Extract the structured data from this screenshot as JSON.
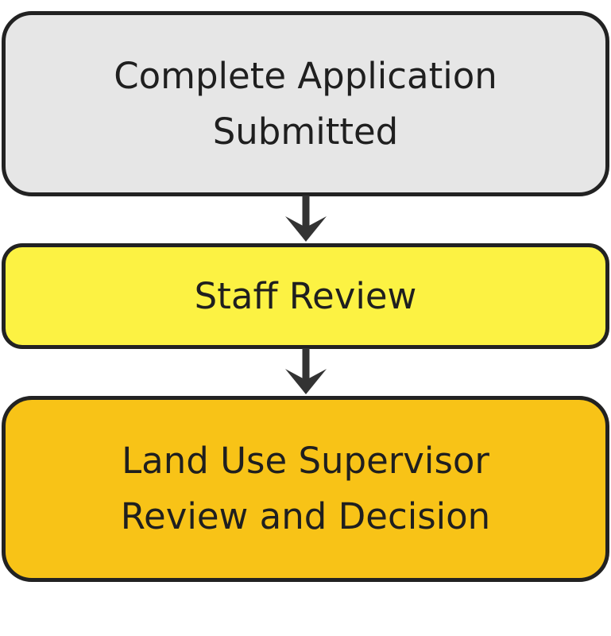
{
  "steps": [
    {
      "lines": [
        "Complete Application",
        "Submitted"
      ],
      "fill": "#e6e6e6"
    },
    {
      "lines": [
        "Staff Review"
      ],
      "fill": "#fcf243"
    },
    {
      "lines": [
        "Land Use Supervisor",
        "Review and Decision"
      ],
      "fill": "#f8c317"
    }
  ],
  "colors": {
    "border": "#222222",
    "arrow": "#333333"
  }
}
